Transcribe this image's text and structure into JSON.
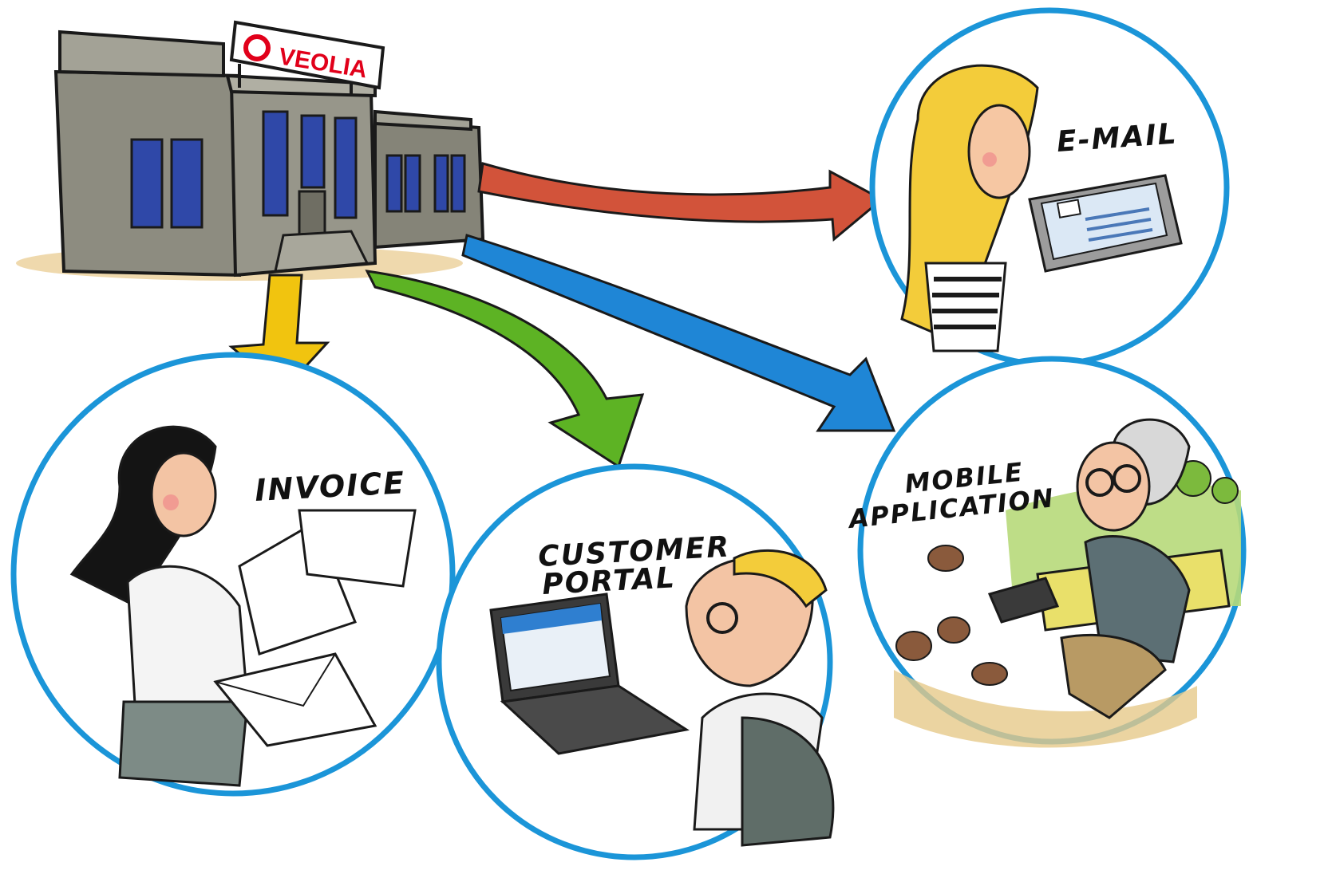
{
  "brand": {
    "name": "VEOLIA",
    "color": "#e1001a"
  },
  "channels": [
    {
      "id": "email",
      "label": "E-MAIL",
      "arrow_color": "#d2533a"
    },
    {
      "id": "invoice",
      "label": "INVOICE",
      "arrow_color": "#f1c40f"
    },
    {
      "id": "portal",
      "label_line1": "CUSTOMER",
      "label_line2": "PORTAL",
      "arrow_color": "#5db324"
    },
    {
      "id": "mobile",
      "label_line1": "MOBILE",
      "label_line2": "APPLICATION",
      "arrow_color": "#1f86d6"
    }
  ],
  "colors": {
    "circle_stroke": "#1b95d8",
    "building": "#8d8c80",
    "window": "#2f48a8"
  }
}
